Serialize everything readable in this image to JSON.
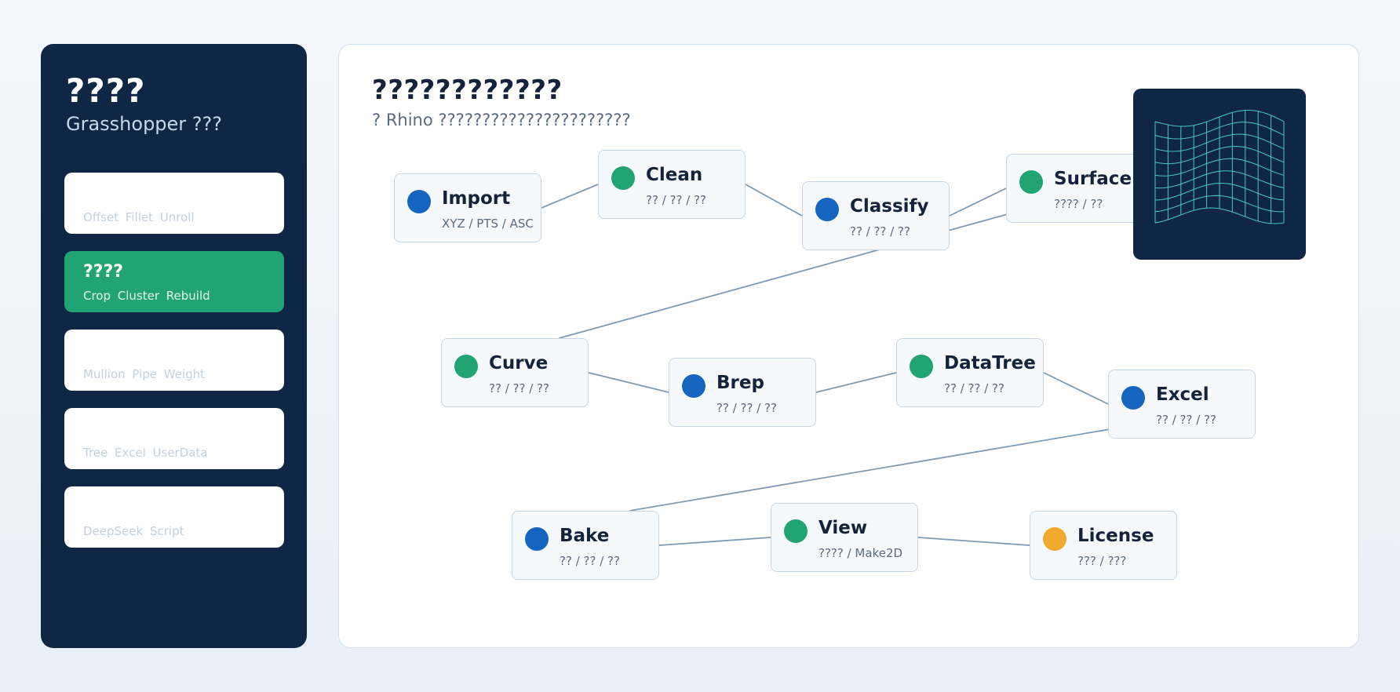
{
  "colors": {
    "sidebar_bg": "#0f2744",
    "active_green": "#22a373",
    "node_blue": "#1565c0",
    "node_green": "#22a373",
    "node_orange": "#f0a92c",
    "edge": "#7d9bb5",
    "mesh": "#45c8c2"
  },
  "sidebar": {
    "title": "????",
    "subtitle": "Grasshopper ???",
    "cards": [
      {
        "title": "",
        "tags": "Offset  Fillet  Unroll",
        "active": false
      },
      {
        "title": "????",
        "tags": "Crop  Cluster  Rebuild",
        "active": true
      },
      {
        "title": "",
        "tags": "Mullion  Pipe  Weight",
        "active": false
      },
      {
        "title": "",
        "tags": "Tree  Excel  UserData",
        "active": false
      },
      {
        "title": "",
        "tags": "DeepSeek Script",
        "active": false
      }
    ]
  },
  "main": {
    "title": "????????????",
    "subtitle": "? Rhino ??????????????????????"
  },
  "nodes": [
    {
      "id": "import",
      "title": "Import",
      "sub": "XYZ / PTS / ASC",
      "color": "blue"
    },
    {
      "id": "clean",
      "title": "Clean",
      "sub": "?? / ?? / ??",
      "color": "green"
    },
    {
      "id": "classify",
      "title": "Classify",
      "sub": "?? / ?? / ??",
      "color": "blue"
    },
    {
      "id": "surface",
      "title": "Surface",
      "sub": "???? / ??",
      "color": "green"
    },
    {
      "id": "curve",
      "title": "Curve",
      "sub": "?? / ?? / ??",
      "color": "green"
    },
    {
      "id": "brep",
      "title": "Brep",
      "sub": "?? / ?? / ??",
      "color": "blue"
    },
    {
      "id": "datatree",
      "title": "DataTree",
      "sub": "?? / ?? / ??",
      "color": "green"
    },
    {
      "id": "excel",
      "title": "Excel",
      "sub": "?? / ?? / ??",
      "color": "blue"
    },
    {
      "id": "bake",
      "title": "Bake",
      "sub": "?? / ?? / ??",
      "color": "blue"
    },
    {
      "id": "view",
      "title": "View",
      "sub": "???? / Make2D",
      "color": "green"
    },
    {
      "id": "license",
      "title": "License",
      "sub": "??? / ???",
      "color": "orange"
    }
  ],
  "edges": [
    [
      "import",
      "clean"
    ],
    [
      "clean",
      "classify"
    ],
    [
      "classify",
      "surface"
    ],
    [
      "surface",
      "curve"
    ],
    [
      "curve",
      "brep"
    ],
    [
      "brep",
      "datatree"
    ],
    [
      "datatree",
      "excel"
    ],
    [
      "excel",
      "bake"
    ],
    [
      "bake",
      "view"
    ],
    [
      "view",
      "license"
    ]
  ]
}
